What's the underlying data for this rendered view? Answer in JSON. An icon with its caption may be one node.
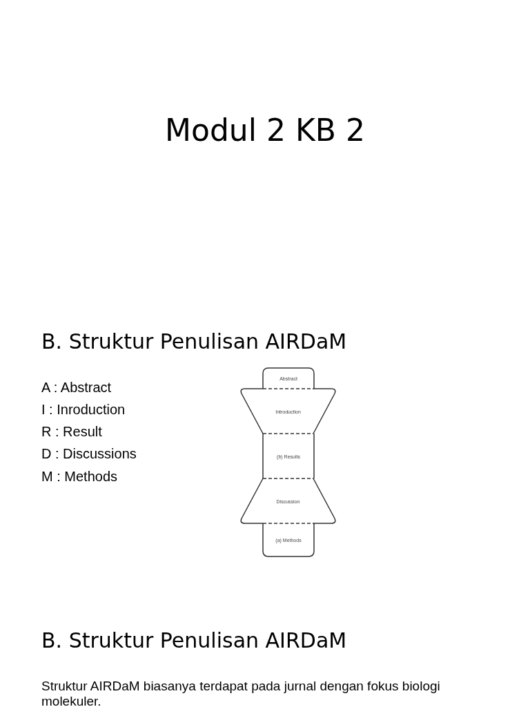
{
  "diagram": {
    "title": "Modul 2 KB 2",
    "nodes": [
      {
        "text": [
          "Abstract"
        ]
      },
      {
        "text": [
          "Introduction"
        ]
      },
      {
        "text": [
          "(b) Results"
        ]
      },
      {
        "text": [
          "Discussion"
        ]
      },
      {
        "text": [
          "(a) Methods"
        ]
      }
    ],
    "labels": [
      "B. Struktur Penulisan AIRDaM",
      "A : Abstract",
      "I : Inroduction",
      "R : Result",
      "D : Discussions",
      "M : Methods",
      "B. Struktur Penulisan AIRDaM",
      "Struktur AIRDaM biasanya terdapat pada jurnal dengan fokus biologi molekuler."
    ]
  }
}
